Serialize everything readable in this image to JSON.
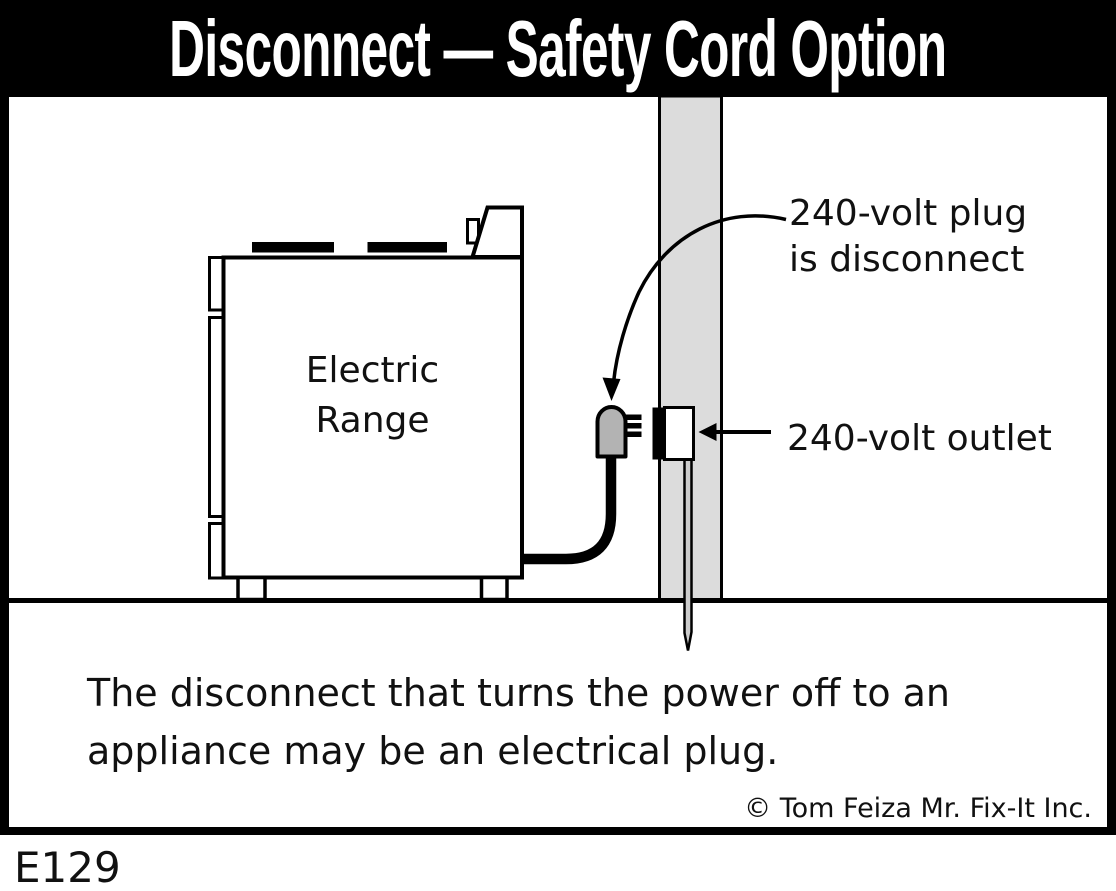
{
  "title": "Disconnect — Safety Cord Option",
  "diagram": {
    "range_label": {
      "line1": "Electric",
      "line2": "Range"
    },
    "plug_label": {
      "line1": "240-volt plug",
      "line2": "is disconnect"
    },
    "outlet_label": "240-volt outlet"
  },
  "caption": {
    "line1": "The disconnect that turns the power off to an",
    "line2": "appliance may be an electrical plug.",
    "attribution": "© Tom Feiza Mr. Fix-It Inc."
  },
  "figure_id": "E129",
  "colors": {
    "ink": "#000000",
    "title_bg": "#000000",
    "title_text": "#ffffff",
    "wall_fill": "#dcdcdc",
    "plug_fill": "#b3b3b3",
    "conduit_fill": "#cccccc",
    "paper": "#ffffff"
  }
}
